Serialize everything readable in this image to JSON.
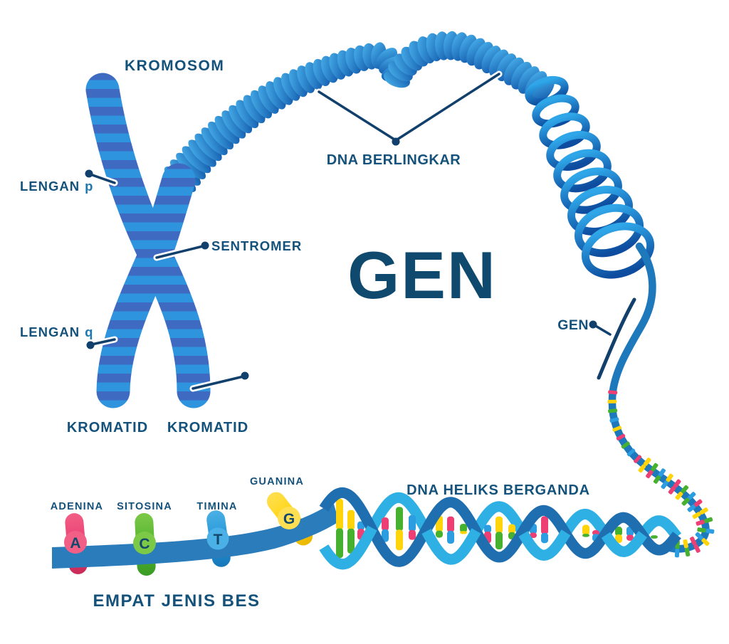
{
  "diagram_title": "GEN",
  "labels": {
    "kromosom": "KROMOSOM",
    "lengan_p_prefix": "LENGAN",
    "lengan_p_letter": "p",
    "lengan_q_prefix": "LENGAN",
    "lengan_q_letter": "q",
    "sentromer": "SENTROMER",
    "kromatid_left": "KROMATID",
    "kromatid_right": "KROMATID",
    "dna_berlingkar": "DNA BERLINGKAR",
    "gen_title": "GEN",
    "gen_callout": "GEN",
    "dna_heliks": "DNA HELIKS BERGANDA",
    "empat_jenis_bes": "EMPAT JENIS BES"
  },
  "bases": [
    {
      "name": "ADENINA",
      "letter": "A"
    },
    {
      "name": "SITOSINA",
      "letter": "C"
    },
    {
      "name": "TIMINA",
      "letter": "T"
    },
    {
      "name": "GUANINA",
      "letter": "G"
    }
  ],
  "palette": {
    "label": "#14527b",
    "label_accent": "#1e78b2",
    "title": "#0f4a6e",
    "letter": "#12486b",
    "chromosome_light": "#2e94de",
    "chromosome_dark": "#3e6ac2",
    "coil_light": "#4cb6ee",
    "coil_dark": "#0d51a6",
    "spring_light": "#2fa6e8",
    "spring_dark": "#0d4c9e",
    "strand": "#1e78bc",
    "helix_light": "#2fb0e4",
    "helix_dark": "#1f6fb0",
    "ribbon": "#2a7cba",
    "callout": "#10406b",
    "wedge": "#ffffff",
    "rung_yellow": "#ffd40a",
    "rung_green": "#46b12f",
    "rung_pink": "#ee3f74",
    "rung_blue": "#2b9de0",
    "base_pink_light": "#f25f86",
    "base_pink": "#e93e71",
    "base_pink_dark": "#c92a58",
    "base_green_light": "#7cc948",
    "base_green": "#55b42f",
    "base_green_dark": "#3a9b24",
    "base_blue_light": "#4bb0e5",
    "base_blue": "#2596d8",
    "base_blue_dark": "#1777b8",
    "base_yellow_light": "#ffdf52",
    "base_yellow": "#ffd40a",
    "base_yellow_dark": "#eab800"
  }
}
